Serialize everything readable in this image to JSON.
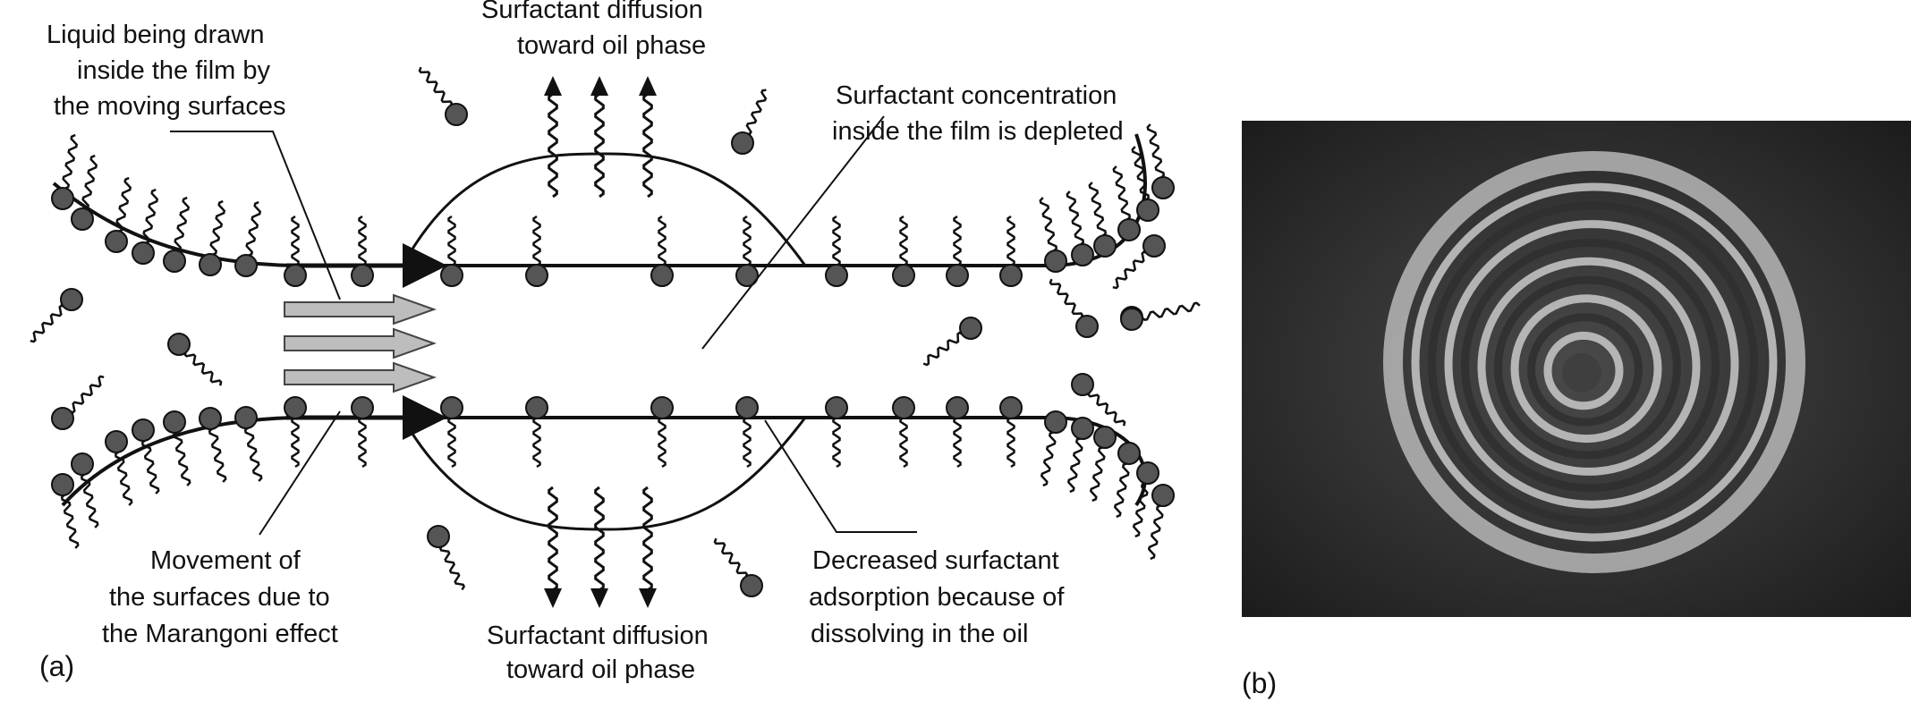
{
  "colors": {
    "ink": "#111111",
    "molecule": "#555555",
    "arrow_fill": "#bdbdbd",
    "photo_bg": "#3a3a3a",
    "fringe_light": "#c9c9c9",
    "fringe_dark": "#2f2f2f"
  },
  "panel_a": {
    "label": "(a)",
    "annotations": {
      "liquid_drawn": [
        "Liquid being drawn",
        "inside the film by",
        "the moving surfaces"
      ],
      "diffusion_top": [
        "Surfactant diffusion",
        "toward oil phase"
      ],
      "depleted": [
        "Surfactant concentration",
        "inside the film is depleted"
      ],
      "marangoni": [
        "Movement of",
        "the surfaces due to",
        "the Marangoni effect"
      ],
      "diffusion_bottom": [
        "Surfactant diffusion",
        "toward oil phase"
      ],
      "decreased_adsorption": [
        "Decreased surfactant",
        "adsorption because of",
        "dissolving in the oil"
      ]
    }
  },
  "panel_b": {
    "label": "(b)",
    "image_description_icon": "interference-fringe-photo"
  }
}
